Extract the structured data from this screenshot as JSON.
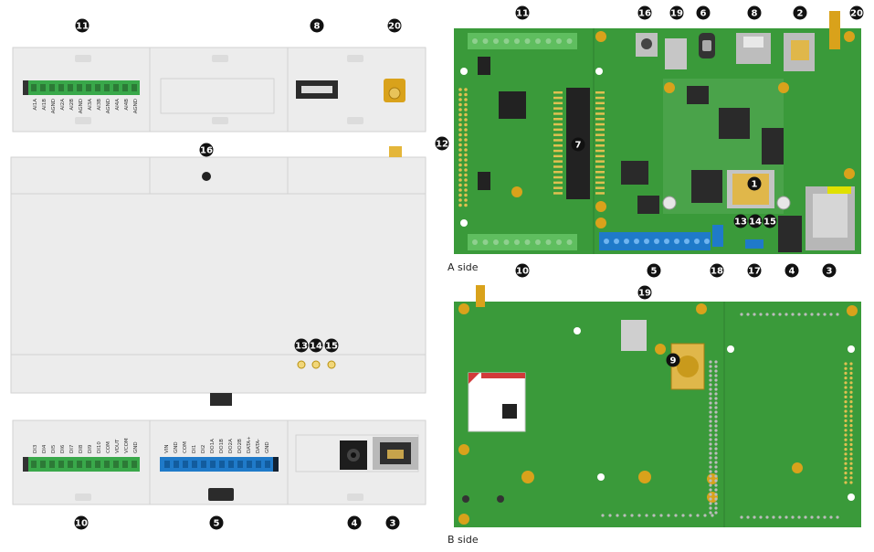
{
  "labels": {
    "side_a": "A side",
    "side_b": "B side"
  },
  "callouts": {
    "n1": "1",
    "n2": "2",
    "n3": "3",
    "n4": "4",
    "n5": "5",
    "n6": "6",
    "n7": "7",
    "n8": "8",
    "n9": "9",
    "n10": "10",
    "n11": "11",
    "n12": "12",
    "n13": "13",
    "n14": "14",
    "n15": "15",
    "n16": "16",
    "n17": "17",
    "n18": "18",
    "n19": "19",
    "n20": "20"
  },
  "top_terminal_pins": [
    "AI1A",
    "AI1B",
    "AGND",
    "AI2A",
    "AI2B",
    "AGND",
    "AI3A",
    "AI3B",
    "AGND",
    "AI4A",
    "AI4B",
    "AGND"
  ],
  "bottom_di_pins": [
    "DI3",
    "DI4",
    "DI5",
    "DI6",
    "DI7",
    "DI8",
    "DI9",
    "DI10",
    "COM",
    "VOUT",
    "VCOM",
    "GND"
  ],
  "bottom_mixed_pins": [
    "VIN",
    "GND",
    "COM",
    "DI1",
    "DI2",
    "DO1A",
    "DO1B",
    "DO2A",
    "DO2B",
    "DATA+",
    "DATA-",
    "GND"
  ],
  "colors": {
    "pcb": "#3a9a3a",
    "terminal_green": "#39a84a",
    "terminal_blue": "#1f7ac9",
    "enclosure": "#ececec",
    "badge": "#111111",
    "gold": "#d9a21b"
  }
}
